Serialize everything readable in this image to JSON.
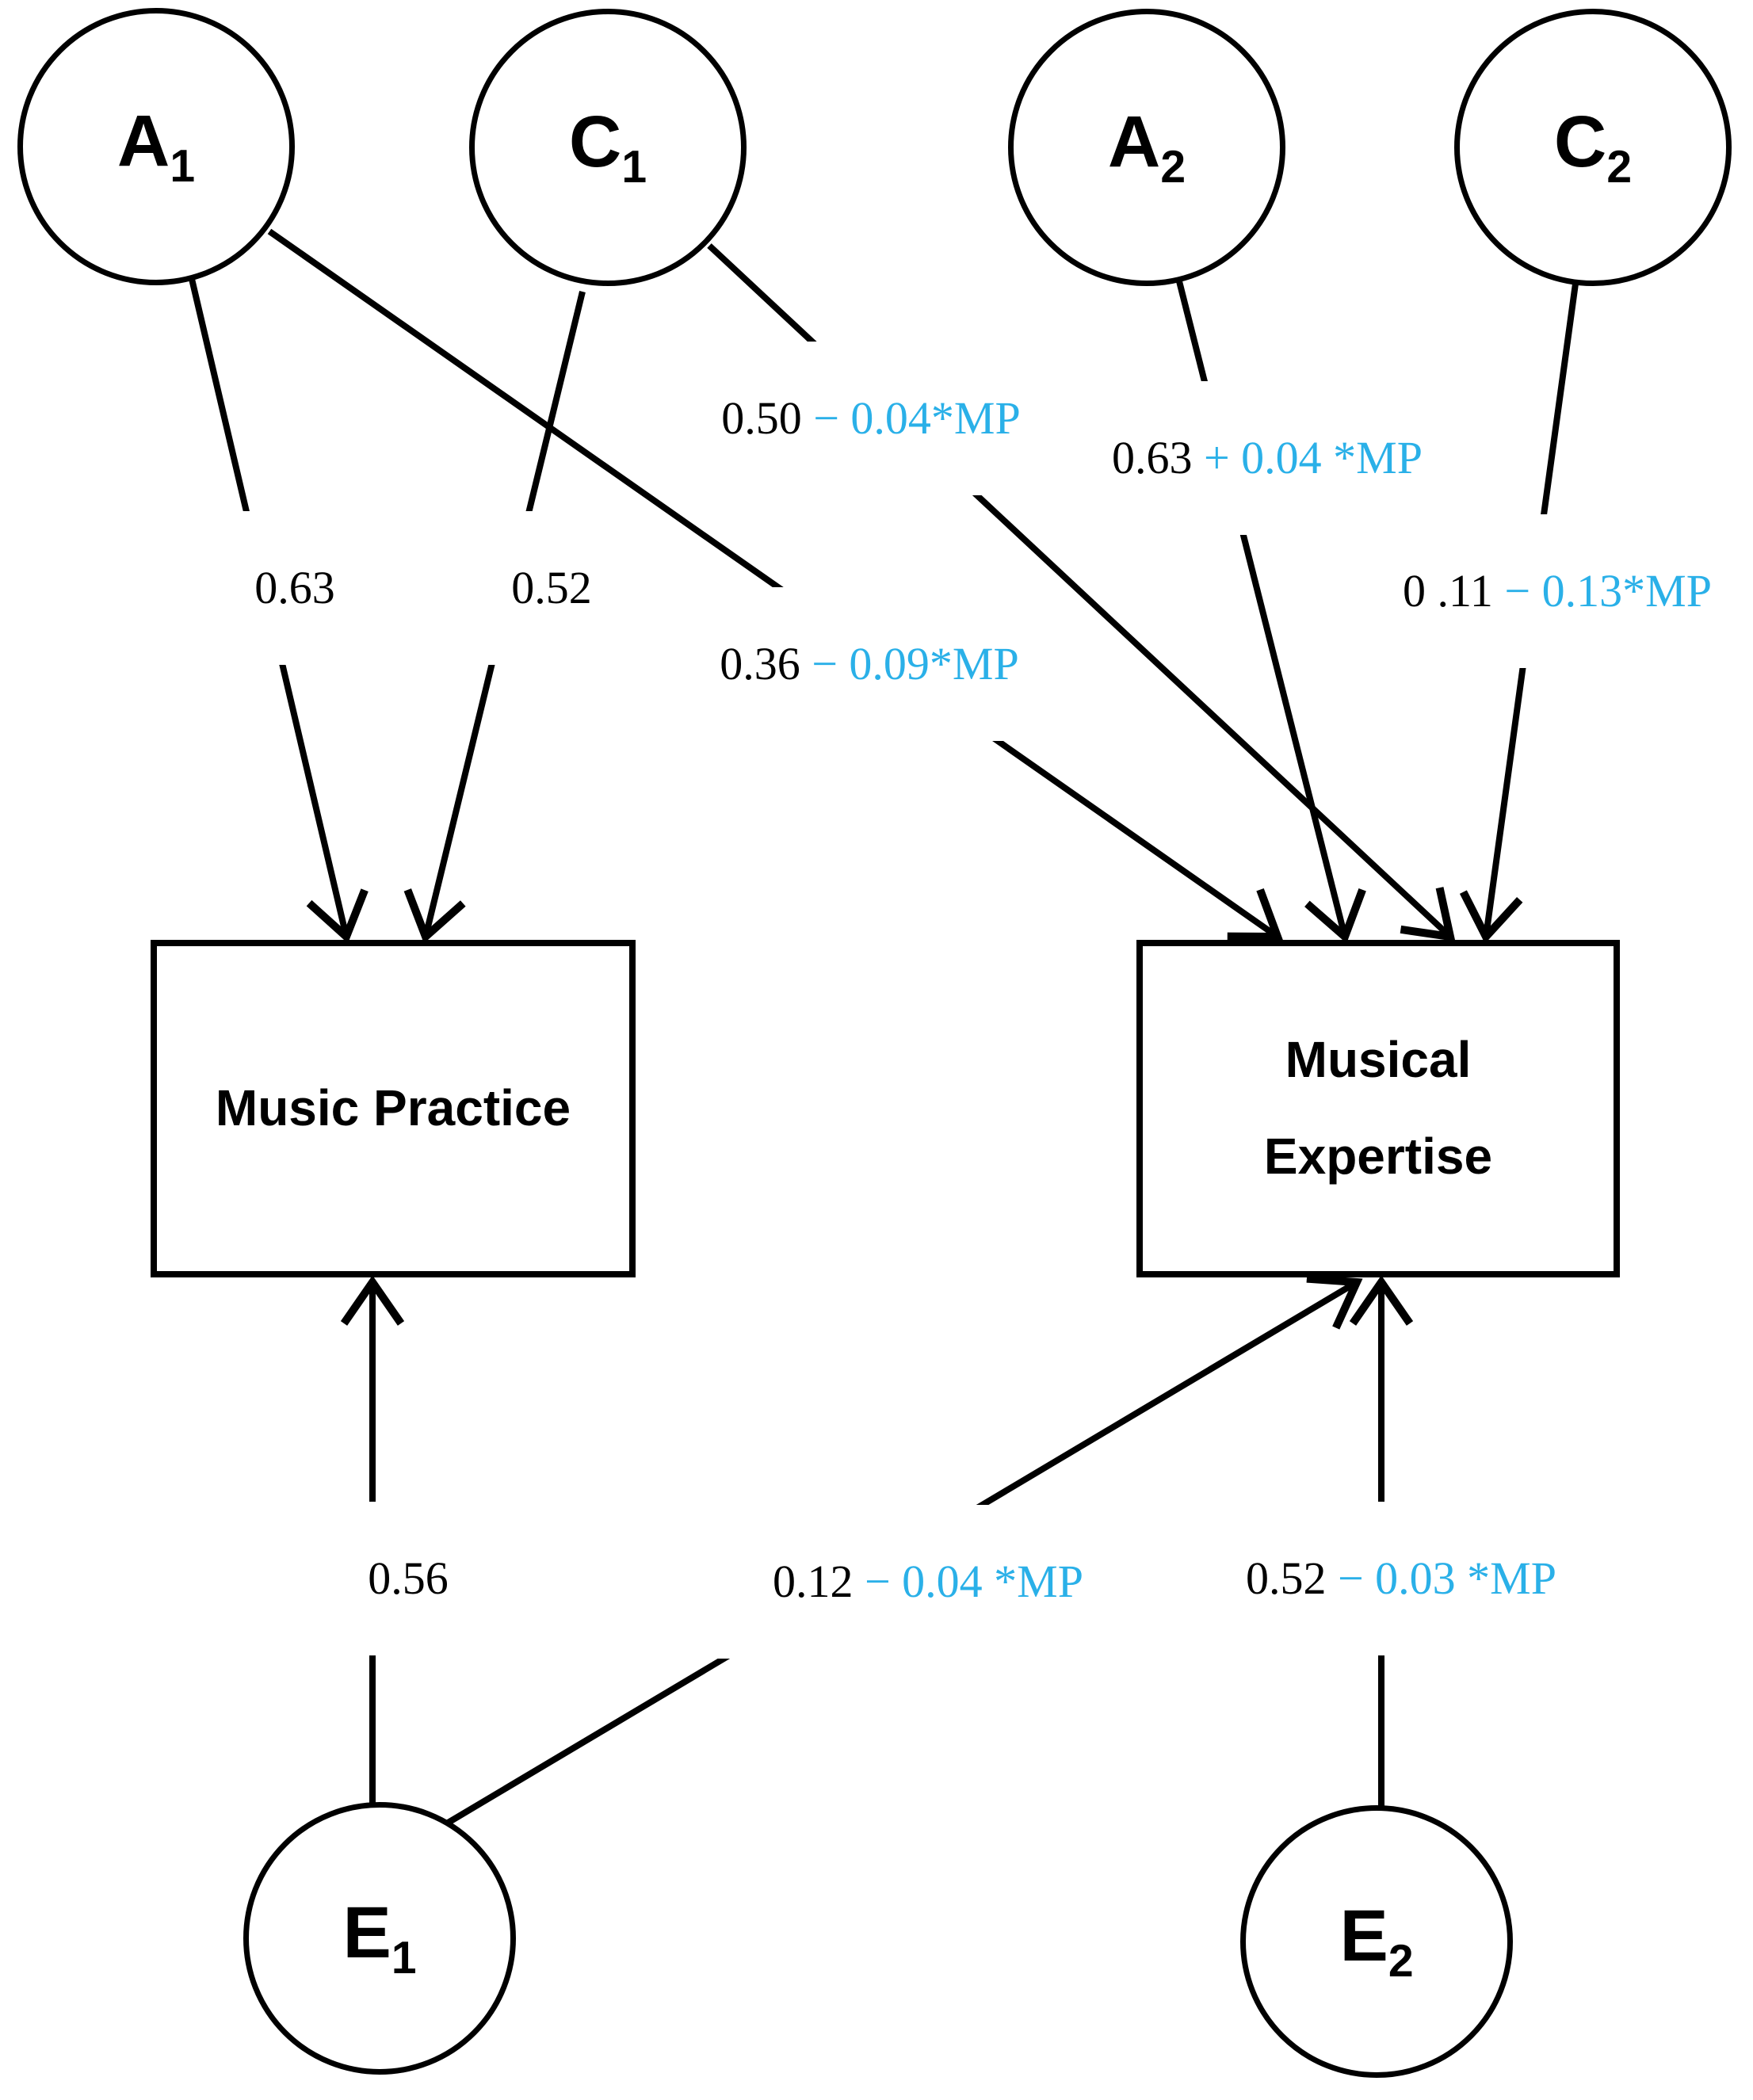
{
  "colors": {
    "diagram_ink": "#000000",
    "moderation_term": "#2AB0E8"
  },
  "latent_factors": [
    {
      "letter": "A",
      "subscript": "1"
    },
    {
      "letter": "C",
      "subscript": "1"
    },
    {
      "letter": "A",
      "subscript": "2"
    },
    {
      "letter": "C",
      "subscript": "2"
    },
    {
      "letter": "E",
      "subscript": "1"
    },
    {
      "letter": "E",
      "subscript": "2"
    }
  ],
  "observed_variables": {
    "music_practice": {
      "label": "Music Practice"
    },
    "musical_expertise": {
      "line1": "Musical",
      "line2": "Expertise"
    }
  },
  "path_coefficients": {
    "a1_to_music_practice": {
      "fixed": "0.63",
      "moderated": ""
    },
    "c1_to_music_practice": {
      "fixed": "0.52",
      "moderated": ""
    },
    "c1_to_musical_expertise": {
      "fixed": "0.50 ",
      "moderated": "− 0.04*MP"
    },
    "a2_to_musical_expertise": {
      "fixed": "0.63 ",
      "moderated": "+ 0.04 *MP"
    },
    "c2_to_musical_expertise": {
      "fixed": "0 .11 ",
      "moderated": "− 0.13*MP"
    },
    "a1_to_musical_expertise": {
      "fixed": "0.36 ",
      "moderated": "− 0.09*MP"
    },
    "e1_to_music_practice": {
      "fixed": "0.56",
      "moderated": ""
    },
    "e1_to_musical_expertise": {
      "fixed": "0.12 ",
      "moderated": "− 0.04 *MP"
    },
    "e2_to_musical_expertise": {
      "fixed": "0.52 ",
      "moderated": "− 0.03 *MP"
    }
  }
}
